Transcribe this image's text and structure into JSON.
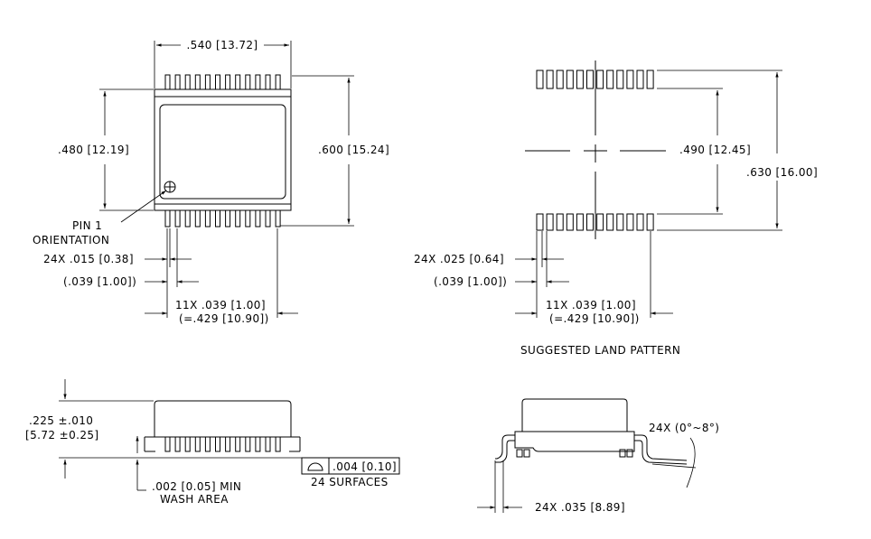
{
  "top_view": {
    "width_dim": ".540 [13.72]",
    "height_dim": ".480 [12.19]",
    "overall_dim": ".600 [15.24]",
    "pin1_line1": "PIN 1",
    "pin1_line2": "ORIENTATION",
    "lead_width": "24X .015 [0.38]",
    "lead_offset": "(.039 [1.00])",
    "pitch": "11X .039 [1.00]",
    "pitch_total": "(=.429 [10.90])"
  },
  "land_pattern": {
    "inner_dim": ".490 [12.45]",
    "outer_dim": ".630 [16.00]",
    "pad_width": "24X .025 [0.64]",
    "pad_offset": "(.039 [1.00])",
    "pitch": "11X .039 [1.00]",
    "pitch_total": "(=.429 [10.90])",
    "caption": "SUGGESTED LAND PATTERN"
  },
  "side_view": {
    "height_line1": ".225 ±.010",
    "height_line2": "[5.72 ±0.25]",
    "standoff_line1": ".002 [0.05] MIN",
    "standoff_line2": "WASH AREA",
    "coplanarity_value": ".004 [0.10]",
    "coplanarity_symbol": "surface-profile-icon",
    "surfaces": "24 SURFACES"
  },
  "end_view": {
    "angle": "24X (0°~8°)",
    "foot_length": "24X .035 [8.89]"
  }
}
